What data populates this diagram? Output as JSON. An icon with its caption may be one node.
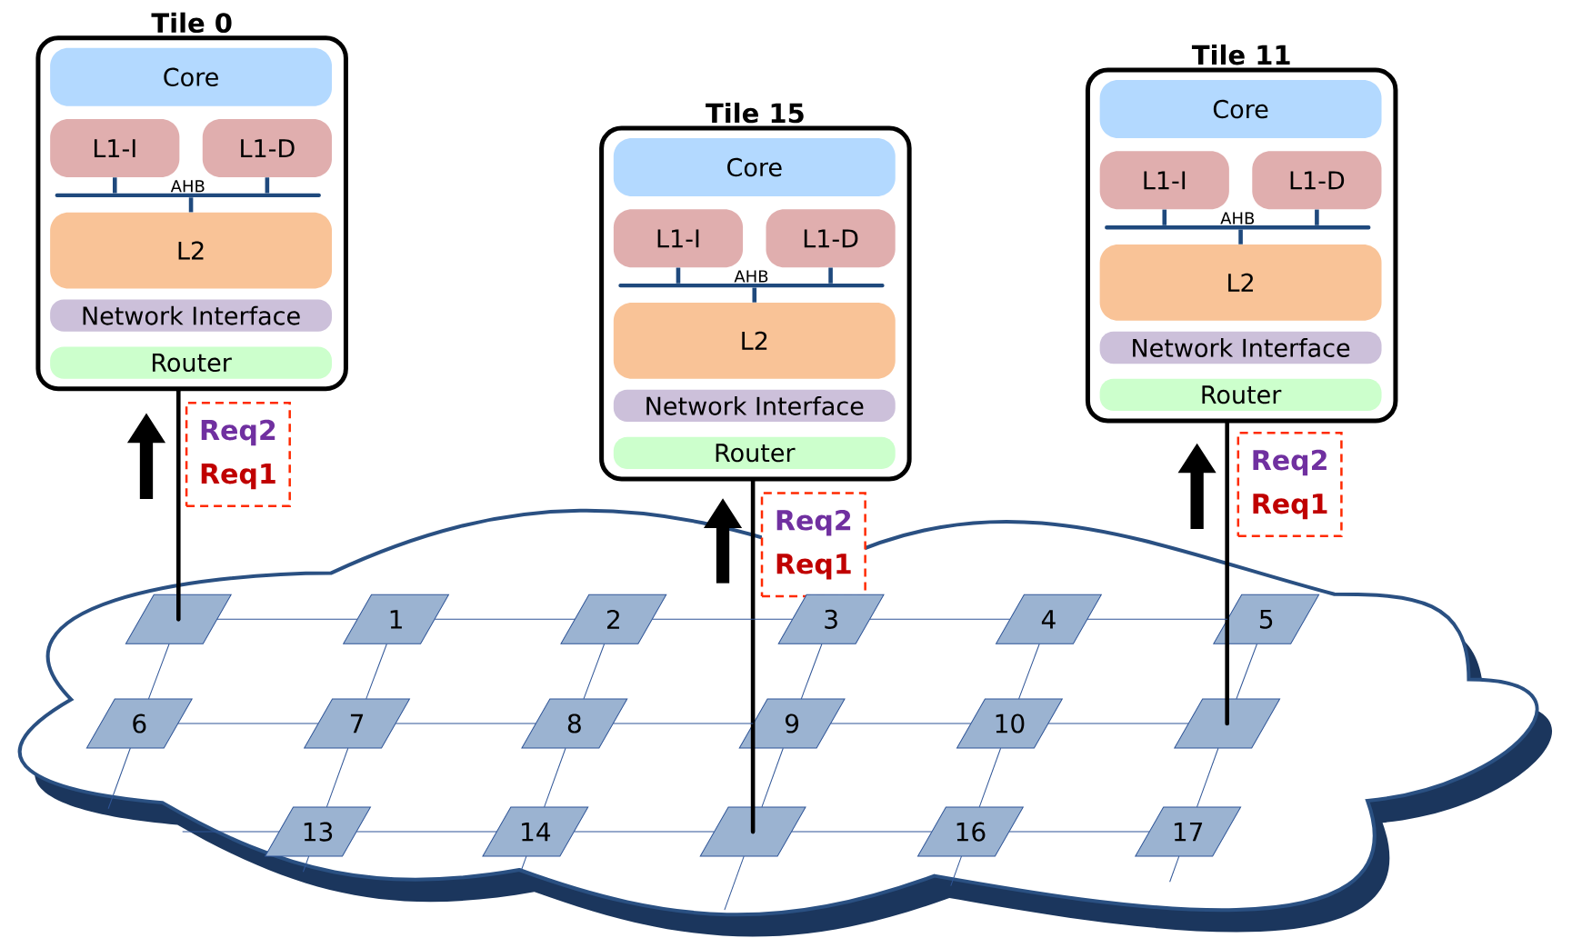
{
  "diagram": {
    "nodes": [
      {
        "text": [
          "Tile 0"
        ]
      },
      {
        "text": [
          "Core"
        ],
        "in": 0
      },
      {
        "text": [
          "L1-I"
        ],
        "in": 0
      },
      {
        "text": [
          "L1-D"
        ],
        "in": 0
      },
      {
        "text": [
          "AHB"
        ],
        "in": 0
      },
      {
        "text": [
          "L2"
        ],
        "in": 0
      },
      {
        "text": [
          "Network Interface"
        ],
        "in": 0
      },
      {
        "text": [
          "Router"
        ],
        "in": 0
      },
      {
        "text": [
          "Req2",
          "Req1"
        ]
      },
      {
        "text": [
          "Tile 15"
        ]
      },
      {
        "text": [
          "Core"
        ],
        "in": 9
      },
      {
        "text": [
          "L1-I"
        ],
        "in": 9
      },
      {
        "text": [
          "L1-D"
        ],
        "in": 9
      },
      {
        "text": [
          "AHB"
        ],
        "in": 9
      },
      {
        "text": [
          "L2"
        ],
        "in": 9
      },
      {
        "text": [
          "Network Interface"
        ],
        "in": 9
      },
      {
        "text": [
          "Router"
        ],
        "in": 9
      },
      {
        "text": [
          "Req2",
          "Req1"
        ]
      },
      {
        "text": [
          "Tile 11"
        ]
      },
      {
        "text": [
          "Core"
        ],
        "in": 18
      },
      {
        "text": [
          "L1-I"
        ],
        "in": 18
      },
      {
        "text": [
          "L1-D"
        ],
        "in": 18
      },
      {
        "text": [
          "AHB"
        ],
        "in": 18
      },
      {
        "text": [
          "L2"
        ],
        "in": 18
      },
      {
        "text": [
          "Network Interface"
        ],
        "in": 18
      },
      {
        "text": [
          "Router"
        ],
        "in": 18
      },
      {
        "text": [
          "Req2",
          "Req1"
        ]
      },
      {
        "text": [],
        "shape": "cloud"
      },
      {
        "text": [],
        "shape": "parallelogram",
        "in": 27
      },
      {
        "text": [
          "1"
        ],
        "in": 27
      },
      {
        "text": [
          "2"
        ],
        "in": 27
      },
      {
        "text": [
          "3"
        ],
        "in": 27
      },
      {
        "text": [
          "4"
        ],
        "in": 27
      },
      {
        "text": [
          "5"
        ],
        "in": 27
      },
      {
        "text": [
          "6"
        ],
        "in": 27
      },
      {
        "text": [
          "7"
        ],
        "in": 27
      },
      {
        "text": [
          "8"
        ],
        "in": 27
      },
      {
        "text": [
          "9"
        ],
        "in": 27
      },
      {
        "text": [
          "10"
        ],
        "in": 27
      },
      {
        "text": [],
        "shape": "parallelogram",
        "in": 27
      },
      {
        "text": [
          "13"
        ],
        "in": 27
      },
      {
        "text": [
          "14"
        ],
        "in": 27
      },
      {
        "text": [],
        "shape": "parallelogram",
        "in": 27
      },
      {
        "text": [
          "16"
        ],
        "in": 27
      },
      {
        "text": [
          "17"
        ],
        "in": 27
      }
    ],
    "edges": [
      {
        "from": 2,
        "to": 4,
        "arrow": "none",
        "style": "thick",
        "color": "#1f497d"
      },
      {
        "from": 3,
        "to": 4,
        "arrow": "none",
        "style": "thick",
        "color": "#1f497d"
      },
      {
        "from": 4,
        "to": 5,
        "arrow": "none",
        "style": "thick",
        "color": "#1f497d"
      },
      {
        "from": 11,
        "to": 13,
        "arrow": "none",
        "style": "thick",
        "color": "#1f497d"
      },
      {
        "from": 12,
        "to": 13,
        "arrow": "none",
        "style": "thick",
        "color": "#1f497d"
      },
      {
        "from": 13,
        "to": 14,
        "arrow": "none",
        "style": "thick",
        "color": "#1f497d"
      },
      {
        "from": 20,
        "to": 22,
        "arrow": "none",
        "style": "thick",
        "color": "#1f497d"
      },
      {
        "from": 21,
        "to": 22,
        "arrow": "none",
        "style": "thick",
        "color": "#1f497d"
      },
      {
        "from": 22,
        "to": 23,
        "arrow": "none",
        "style": "thick",
        "color": "#1f497d"
      },
      {
        "from": 0,
        "to": 28,
        "arrow": "none",
        "style": "thick",
        "color": "#000000"
      },
      {
        "from": 9,
        "to": 42,
        "arrow": "none",
        "style": "thick",
        "color": "#000000"
      },
      {
        "from": 18,
        "to": 39,
        "arrow": "none",
        "style": "thick",
        "color": "#000000"
      },
      {
        "from": 28,
        "to": 29,
        "arrow": "none"
      },
      {
        "from": 29,
        "to": 30,
        "arrow": "none"
      },
      {
        "from": 30,
        "to": 31,
        "arrow": "none"
      },
      {
        "from": 31,
        "to": 32,
        "arrow": "none"
      },
      {
        "from": 32,
        "to": 33,
        "arrow": "none"
      },
      {
        "from": 34,
        "to": 35,
        "arrow": "none"
      },
      {
        "from": 35,
        "to": 36,
        "arrow": "none"
      },
      {
        "from": 36,
        "to": 37,
        "arrow": "none"
      },
      {
        "from": 37,
        "to": 38,
        "arrow": "none"
      },
      {
        "from": 38,
        "to": 39,
        "arrow": "none"
      },
      {
        "from": 40,
        "to": 41,
        "arrow": "none"
      },
      {
        "from": 41,
        "to": 42,
        "arrow": "none"
      },
      {
        "from": 42,
        "to": 43,
        "arrow": "none"
      },
      {
        "from": 43,
        "to": 44,
        "arrow": "none"
      },
      {
        "from": 28,
        "to": 34,
        "arrow": "none"
      },
      {
        "from": 29,
        "to": 35,
        "arrow": "none"
      },
      {
        "from": 30,
        "to": 36,
        "arrow": "none"
      },
      {
        "from": 31,
        "to": 37,
        "arrow": "none"
      },
      {
        "from": 32,
        "to": 38,
        "arrow": "none"
      },
      {
        "from": 33,
        "to": 39,
        "arrow": "none"
      },
      {
        "from": 35,
        "to": 40,
        "arrow": "none"
      },
      {
        "from": 36,
        "to": 41,
        "arrow": "none"
      },
      {
        "from": 37,
        "to": 42,
        "arrow": "none"
      },
      {
        "from": 38,
        "to": 43,
        "arrow": "none"
      },
      {
        "from": 39,
        "to": 44,
        "arrow": "none"
      }
    ]
  }
}
